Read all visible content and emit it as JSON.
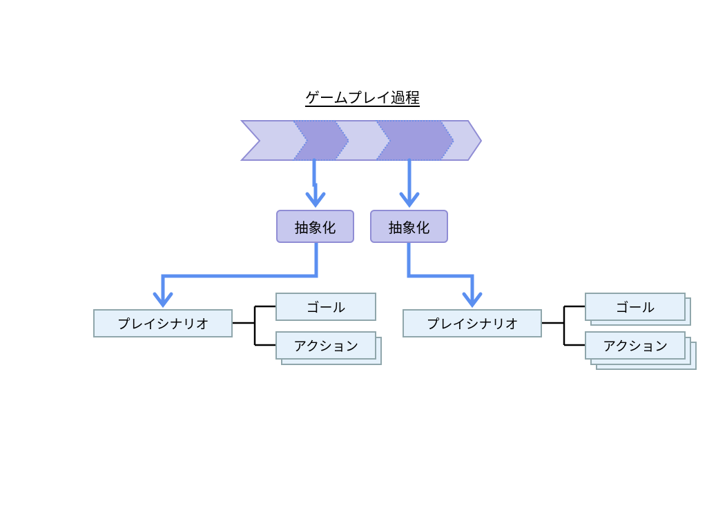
{
  "title": "ゲームプレイ過程",
  "abstraction_label": "抽象化",
  "left_branch": {
    "abstraction": "抽象化",
    "scenario": "プレイシナリオ",
    "goal": "ゴール",
    "action": "アクション"
  },
  "right_branch": {
    "abstraction": "抽象化",
    "scenario": "プレイシナリオ",
    "goal": "ゴール",
    "action": "アクション"
  },
  "colors": {
    "chevron_light": "#cfd0ef",
    "chevron_dark": "#9f9ddf",
    "chevron_border": "#8f8cd4",
    "arrow_blue": "#5b8ff0",
    "box_fill": "#e5f1fb",
    "box_border": "#8fa6ab"
  }
}
